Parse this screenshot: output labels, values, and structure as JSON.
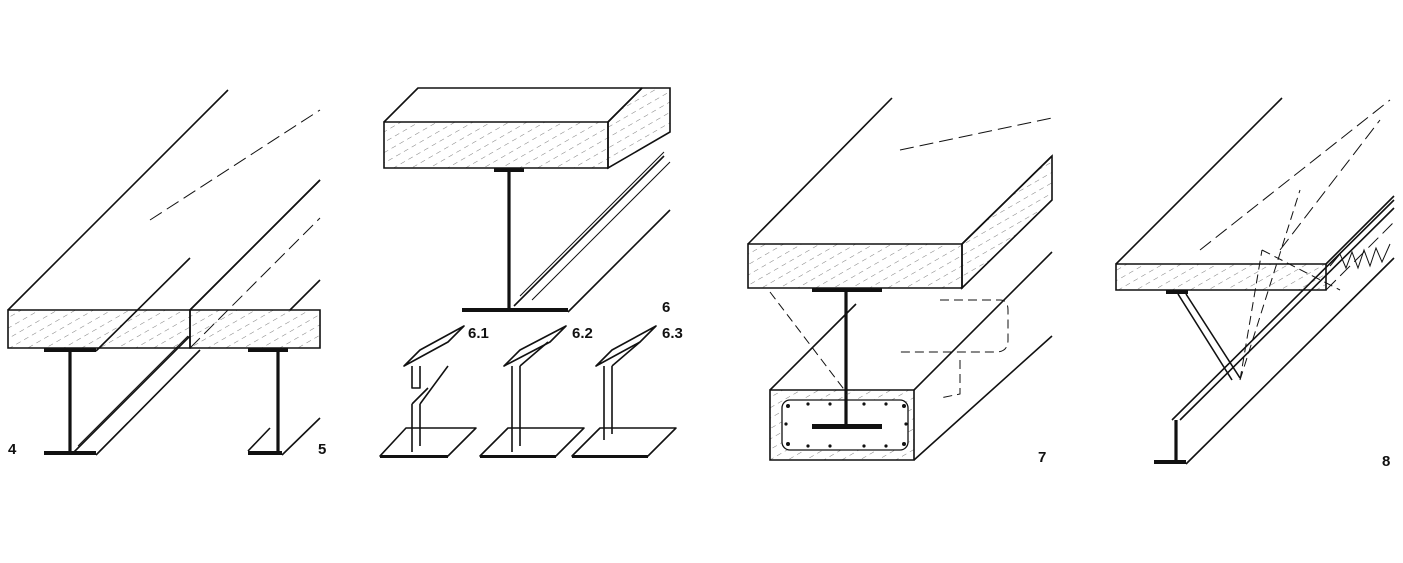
{
  "figure": {
    "labels": {
      "fig4": "4",
      "fig5": "5",
      "fig6": "6",
      "fig6_1": "6.1",
      "fig6_2": "6.2",
      "fig6_3": "6.3",
      "fig7": "7",
      "fig8": "8"
    }
  }
}
